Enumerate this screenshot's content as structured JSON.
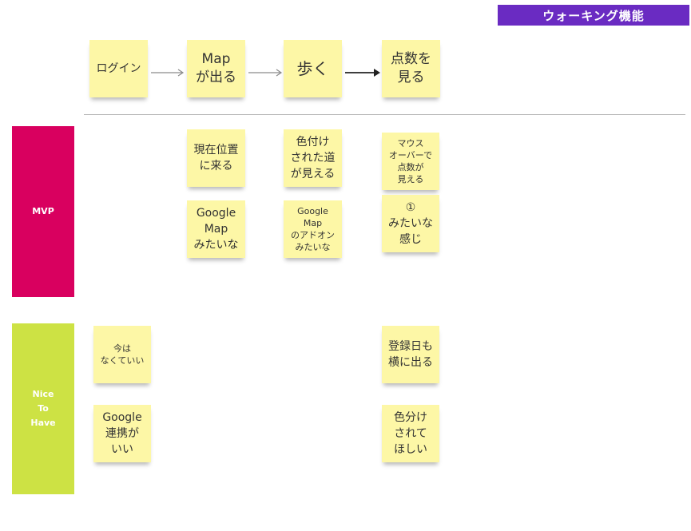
{
  "title": "ウォーキング機能",
  "colors": {
    "title_bg": "#6a2bc2",
    "note": "#fdf7a6",
    "mvp_lane": "#d9005f",
    "nice_lane": "#cde244",
    "arrow_light": "#8a8a8a",
    "arrow_dark": "#222222"
  },
  "flow": {
    "step1": "ログイン",
    "step2": "Map\nが出る",
    "step3": "歩く",
    "step4": "点数を\n見る"
  },
  "lanes": {
    "mvp": "MVP",
    "nice": "Nice\nTo\nHave"
  },
  "mvp_notes": {
    "current_location": "現在位置\nに来る",
    "google_map_like": "Google\nMap\nみたいな",
    "colored_road": "色付け\nされた道\nが見える",
    "google_map_addon": "Google\nMap\nのアドオン\nみたいな",
    "mouseover_score": "マウス\nオーバーで\n点数が\n見える",
    "like_1": "①\nみたいな\n感じ"
  },
  "nice_notes": {
    "not_now": "今は\nなくていい",
    "google_link": "Google\n連携が\nいい",
    "reg_date": "登録日も\n横に出る",
    "colored": "色分け\nされて\nほしい"
  }
}
